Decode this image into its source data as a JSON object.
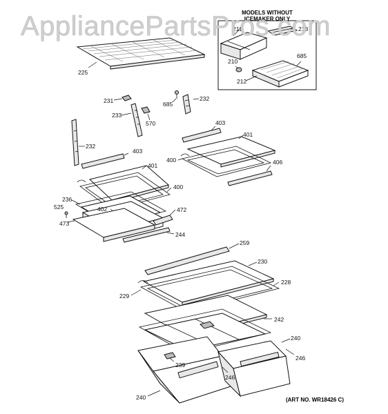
{
  "watermark": "AppliancePartsPros.com",
  "inset": {
    "title_line1": "MODELS WITHOUT",
    "title_line2": "ICEMAKER ONLY"
  },
  "art_number": "(ART NO. WR18426 C)",
  "part_labels": {
    "p211": "211",
    "p213": "213",
    "p685_inset": "685",
    "p210": "210",
    "p212": "212",
    "p225": "225",
    "p231": "231",
    "p233": "233",
    "p570": "570",
    "p685": "685",
    "p232_right": "232",
    "p232_left": "232",
    "p403_right": "403",
    "p401_right": "401",
    "p400_right": "400",
    "p406": "406",
    "p403_left": "403",
    "p401_left": "401",
    "p400_left": "400",
    "p236": "236",
    "p525": "525",
    "p402": "402",
    "p472": "472",
    "p473": "473",
    "p244": "244",
    "p259": "259",
    "p230": "230",
    "p228": "228",
    "p229": "229",
    "p242": "242",
    "p240_right": "240",
    "p246_right": "246",
    "p239": "239",
    "p246_mid": "246",
    "p240_left": "240"
  }
}
